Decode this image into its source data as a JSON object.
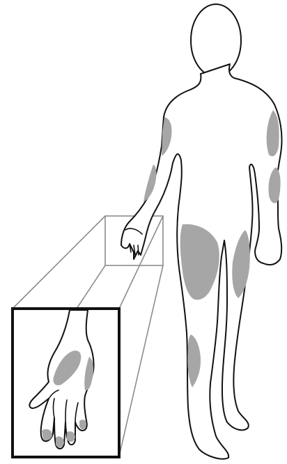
{
  "colors": {
    "background": "#ffffff",
    "outline": "#111111",
    "site_shading": "#a6a6a6",
    "guide_lines": "#8c8c8c",
    "inset_border": "#111111"
  },
  "figure": {
    "subject": "standing-human-figure",
    "inset_subject": "enlarged-left-hand",
    "shaded_sites": [
      "right-upper-arm-outer",
      "right-forearm-outer",
      "left-upper-arm-outer",
      "left-forearm-outer",
      "right-thigh-front",
      "left-thigh-outer",
      "right-lower-leg-outer",
      "palm-center",
      "palm-edge",
      "fingertips"
    ]
  }
}
